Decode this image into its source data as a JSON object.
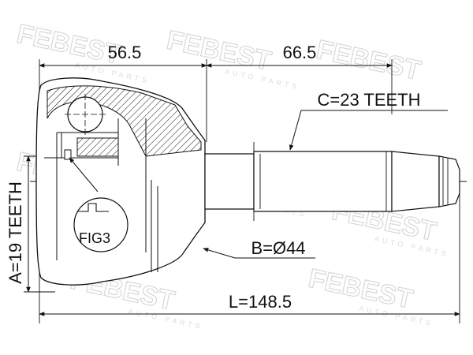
{
  "dimensions": {
    "housing_length": "56.5",
    "shaft_length": "66.5",
    "outer_spline": "C=23 TEETH",
    "inner_spline": "A=19 TEETH",
    "abs_diameter": "B=Ø44",
    "total_length": "L=148.5",
    "figure_ref": "FIG3"
  },
  "watermark": {
    "brand": "FEBEST",
    "sub": "AUTO PARTS"
  },
  "colors": {
    "line": "#111111",
    "watermark": "#d8d8d8"
  }
}
